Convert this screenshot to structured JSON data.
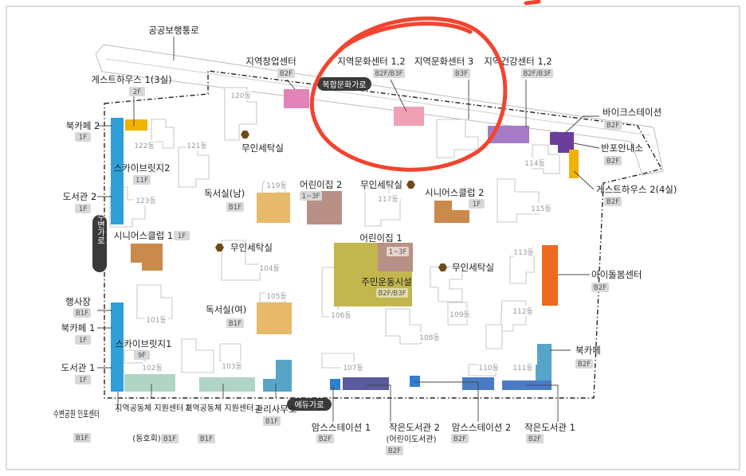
{
  "map": {
    "roads": {
      "walkway": "공공보행통로",
      "culture_road": "복합문화가로",
      "waterside_road": "수변가로",
      "edu_road": "에듀가로"
    },
    "buildings": [
      "120동",
      "121동",
      "122동",
      "123동",
      "119동",
      "117동",
      "115동",
      "114동",
      "113동",
      "112동",
      "111동",
      "110동",
      "109동",
      "108동",
      "107동",
      "106동",
      "105동",
      "104동",
      "103동",
      "102동",
      "101동"
    ],
    "facilities": [
      {
        "id": "guesthouse1",
        "name": "게스트하우스 1(3실)",
        "floor": "2F"
      },
      {
        "id": "bookcafe2",
        "name": "북카페 2",
        "floor": "1F"
      },
      {
        "id": "skybridge2",
        "name": "스카이브릿지2",
        "floor": "11F"
      },
      {
        "id": "library2",
        "name": "도서관 2",
        "floor": "1F"
      },
      {
        "id": "senior1",
        "name": "시니어스클럽 1",
        "floor": "1F"
      },
      {
        "id": "event",
        "name": "행사장",
        "floor": "B1F"
      },
      {
        "id": "bookcafe1",
        "name": "북카페 1",
        "floor": "1F"
      },
      {
        "id": "skybridge1",
        "name": "스카이브릿지1",
        "floor": "9F"
      },
      {
        "id": "library1",
        "name": "도서관 1",
        "floor": "1F"
      },
      {
        "id": "waterpark",
        "name": "수변공원 인포센터",
        "floor": "B1F"
      },
      {
        "id": "community2",
        "name": "지역공동체 지원센터 2",
        "sub": "(동호회)",
        "floor": "B1F"
      },
      {
        "id": "community1",
        "name": "지역공동체 지원센터 1",
        "floor": "B1F"
      },
      {
        "id": "mgmt",
        "name": "관리사무소",
        "floor": "B1F"
      },
      {
        "id": "momstation1",
        "name": "맘스스테이션 1",
        "floor": "B2F"
      },
      {
        "id": "smalllib2",
        "name": "작은도서관 2",
        "sub": "(어린이도서관)",
        "floor": "B2F"
      },
      {
        "id": "momstation2",
        "name": "맘스스테이션 2",
        "floor": "B2F"
      },
      {
        "id": "smalllib1",
        "name": "작은도서관 1",
        "floor": "B2F"
      },
      {
        "id": "bookcafe",
        "name": "북카페",
        "floor": "B2F"
      },
      {
        "id": "childcare",
        "name": "아이돌봄센터",
        "floor": "B2F"
      },
      {
        "id": "guesthouse2",
        "name": "게스트하우스 2(4실)",
        "floor": "B2F"
      },
      {
        "id": "info",
        "name": "반포안내소",
        "floor": "B2F"
      },
      {
        "id": "bikestation",
        "name": "바이크스테이션",
        "floor": "B2F"
      },
      {
        "id": "health",
        "name": "지역건강센터 1,2",
        "floor": "B2F/B3F"
      },
      {
        "id": "culture3",
        "name": "지역문화센터 3",
        "floor": "B3F"
      },
      {
        "id": "culture12",
        "name": "지역문화센터 1,2",
        "floor": "B2F/B3F"
      },
      {
        "id": "startup",
        "name": "지역창업센터",
        "floor": "B2F"
      },
      {
        "id": "laundry1",
        "name": "무인세탁실"
      },
      {
        "id": "studyM",
        "name": "독서실(남)",
        "floor": "B1F"
      },
      {
        "id": "kinder2",
        "name": "어린이집 2",
        "floor": "1~3F"
      },
      {
        "id": "laundry2",
        "name": "무인세탁실"
      },
      {
        "id": "senior2",
        "name": "시니어스클럽 2",
        "floor": "1F"
      },
      {
        "id": "laundry3",
        "name": "무인세탁실"
      },
      {
        "id": "kinder1",
        "name": "어린이집 1",
        "floor": "1~3F"
      },
      {
        "id": "sports",
        "name": "주민운동시설",
        "floor": "B2F/B3F"
      },
      {
        "id": "laundry4",
        "name": "무인세탁실"
      },
      {
        "id": "studyF",
        "name": "독서실(여)",
        "floor": "B1F"
      }
    ],
    "colors": {
      "skybridge": "#2f9fd9",
      "bookcafe2": "#f0b400",
      "senior": "#c98a4b",
      "kinder": "#b89085",
      "study": "#e7b96a",
      "sports": "#c2b64e",
      "childcare": "#ee6a1f",
      "purple": "#a57bc6",
      "bike": "#6a3d9a",
      "pink": "#e384b8",
      "pinklight": "#f0a0b4",
      "blue": "#4a7cc6",
      "navy": "#5a5a9e",
      "teal": "#58a4c8",
      "community": "#9cc9b6",
      "laundry": "#6e4a1a",
      "annotation": "#f2442f"
    }
  }
}
